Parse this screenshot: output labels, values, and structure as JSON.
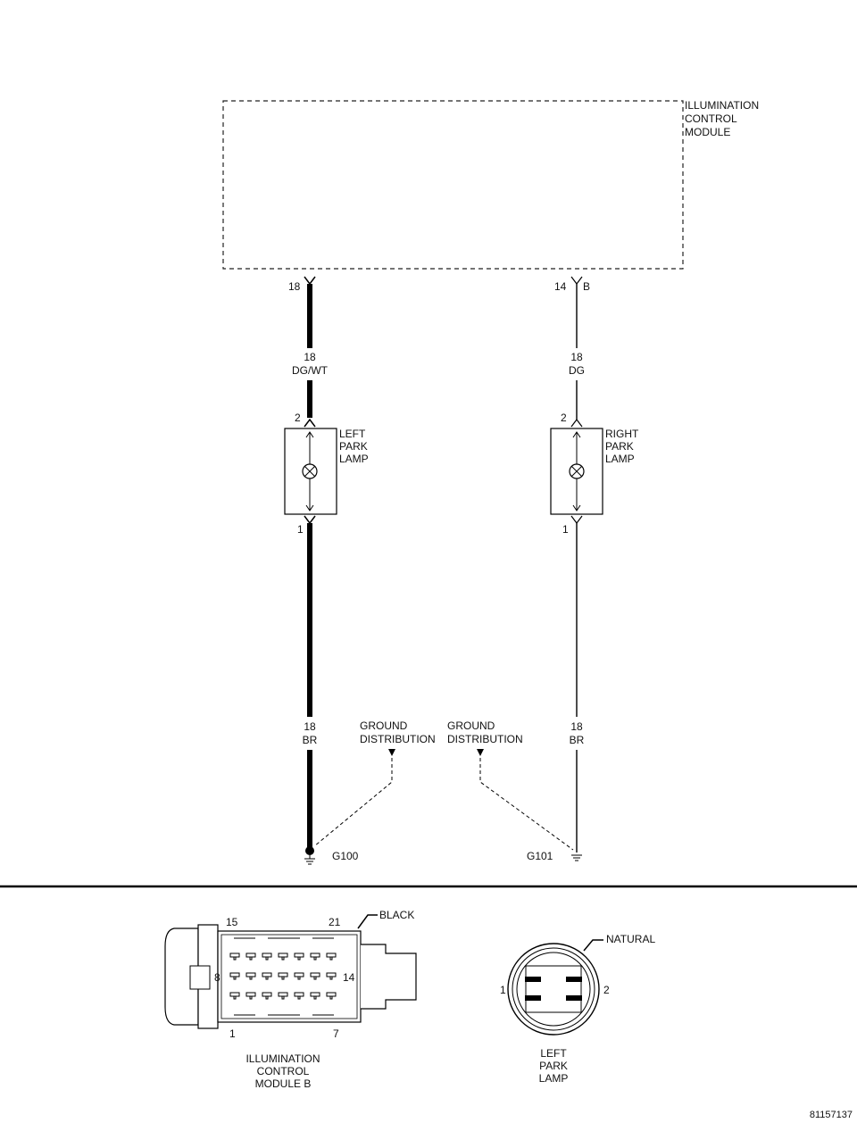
{
  "module": {
    "label_line1": "ILLUMINATION",
    "label_line2": "CONTROL",
    "label_line3": "MODULE"
  },
  "left_circuit": {
    "module_pin": "18",
    "upper_wire_gauge": "18",
    "upper_wire_color": "DG/WT",
    "lamp_pin_top": "2",
    "lamp_pin_bottom": "1",
    "lamp_line1": "LEFT",
    "lamp_line2": "PARK",
    "lamp_line3": "LAMP",
    "lower_wire_gauge": "18",
    "lower_wire_color": "BR",
    "ground": "G100"
  },
  "right_circuit": {
    "module_pin": "14",
    "module_pin_suffix": "B",
    "upper_wire_gauge": "18",
    "upper_wire_color": "DG",
    "lamp_pin_top": "2",
    "lamp_pin_bottom": "1",
    "lamp_line1": "RIGHT",
    "lamp_line2": "PARK",
    "lamp_line3": "LAMP",
    "lower_wire_gauge": "18",
    "lower_wire_color": "BR",
    "ground": "G101"
  },
  "ground_dist_left": {
    "line1": "GROUND",
    "line2": "DISTRIBUTION"
  },
  "ground_dist_right": {
    "line1": "GROUND",
    "line2": "DISTRIBUTION"
  },
  "connector_b": {
    "color_label": "BLACK",
    "pin_15": "15",
    "pin_21": "21",
    "pin_8": "8",
    "pin_14": "14",
    "pin_1": "1",
    "pin_7": "7",
    "name_line1": "ILLUMINATION",
    "name_line2": "CONTROL",
    "name_line3": "MODULE B"
  },
  "connector_lamp": {
    "color_label": "NATURAL",
    "pin_1": "1",
    "pin_2": "2",
    "name_line1": "LEFT",
    "name_line2": "PARK",
    "name_line3": "LAMP"
  },
  "figure_id": "81157137"
}
